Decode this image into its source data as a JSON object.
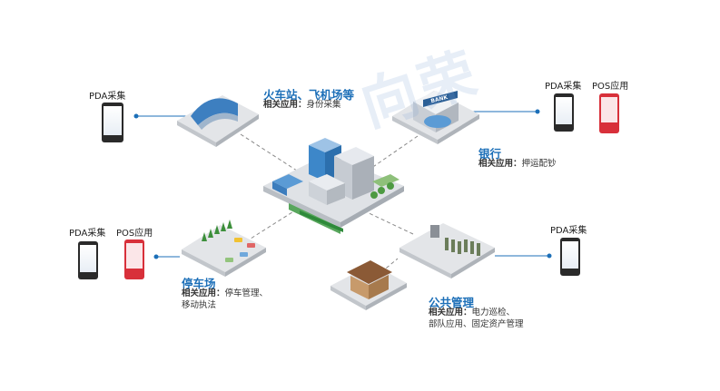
{
  "watermark": "向荣",
  "center": {},
  "nodes": {
    "station": {
      "title": "火车站、飞机场等",
      "sub_label": "相关应用：",
      "sub_value": "身份采集"
    },
    "bank": {
      "title": "银行",
      "sub_label": "相关应用：",
      "sub_value": "押运配钞",
      "sign": "BANK"
    },
    "parking": {
      "title": "停车场",
      "sub_label": "相关应用：",
      "sub_value": "停车管理、",
      "sub_value2": "移动执法"
    },
    "public": {
      "title": "公共管理",
      "sub_label": "相关应用：",
      "sub_value": "电力巡检、",
      "sub_value2": "部队应用、固定资产管理"
    }
  },
  "devices": {
    "top_left": {
      "label": "PDA采集"
    },
    "top_right_pda": {
      "label": "PDA采集"
    },
    "top_right_pos": {
      "label": "POS应用"
    },
    "mid_left_pda": {
      "label": "PDA采集"
    },
    "mid_left_pos": {
      "label": "POS应用"
    },
    "bottom_right": {
      "label": "PDA采集"
    }
  },
  "colors": {
    "accent": "#1c6fb8",
    "pda": "#2a2a2a",
    "pos": "#d8303a",
    "tile": "#e3e5e8"
  }
}
